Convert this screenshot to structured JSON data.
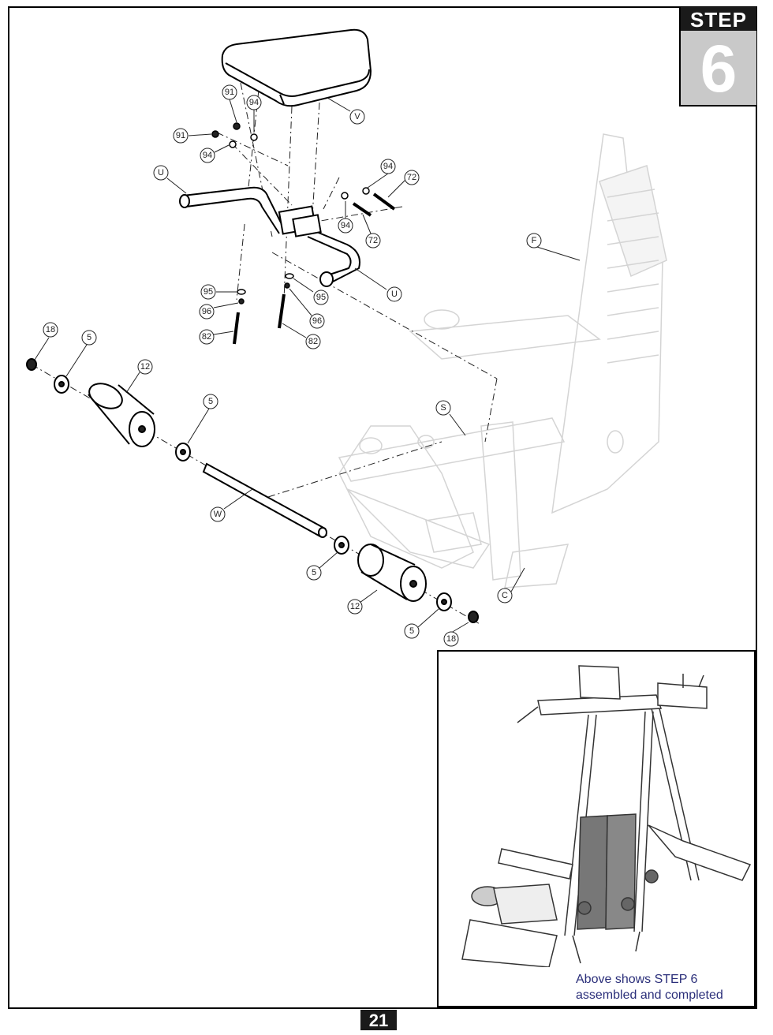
{
  "header": {
    "step_label": "STEP",
    "step_number": "6"
  },
  "callouts": [
    {
      "id": "c91a",
      "label": "91"
    },
    {
      "id": "c94a",
      "label": "94"
    },
    {
      "id": "c91b",
      "label": "91"
    },
    {
      "id": "c94b",
      "label": "94"
    },
    {
      "id": "cV",
      "label": "V"
    },
    {
      "id": "cU1",
      "label": "U"
    },
    {
      "id": "c94c",
      "label": "94"
    },
    {
      "id": "c72a",
      "label": "72"
    },
    {
      "id": "c94d",
      "label": "94"
    },
    {
      "id": "c72b",
      "label": "72"
    },
    {
      "id": "cF",
      "label": "F"
    },
    {
      "id": "c95a",
      "label": "95"
    },
    {
      "id": "c95b",
      "label": "95"
    },
    {
      "id": "cU2",
      "label": "U"
    },
    {
      "id": "c96a",
      "label": "96"
    },
    {
      "id": "c96b",
      "label": "96"
    },
    {
      "id": "c82a",
      "label": "82"
    },
    {
      "id": "c82b",
      "label": "82"
    },
    {
      "id": "c18a",
      "label": "18"
    },
    {
      "id": "c5a",
      "label": "5"
    },
    {
      "id": "c12a",
      "label": "12"
    },
    {
      "id": "c5b",
      "label": "5"
    },
    {
      "id": "cS",
      "label": "S"
    },
    {
      "id": "cW",
      "label": "W"
    },
    {
      "id": "c5c",
      "label": "5"
    },
    {
      "id": "c12b",
      "label": "12"
    },
    {
      "id": "cC",
      "label": "C"
    },
    {
      "id": "c5d",
      "label": "5"
    },
    {
      "id": "c18b",
      "label": "18"
    }
  ],
  "inset": {
    "caption_line1": "Above shows STEP 6",
    "caption_line2": "assembled and completed"
  },
  "footer": {
    "page_number": "21"
  }
}
